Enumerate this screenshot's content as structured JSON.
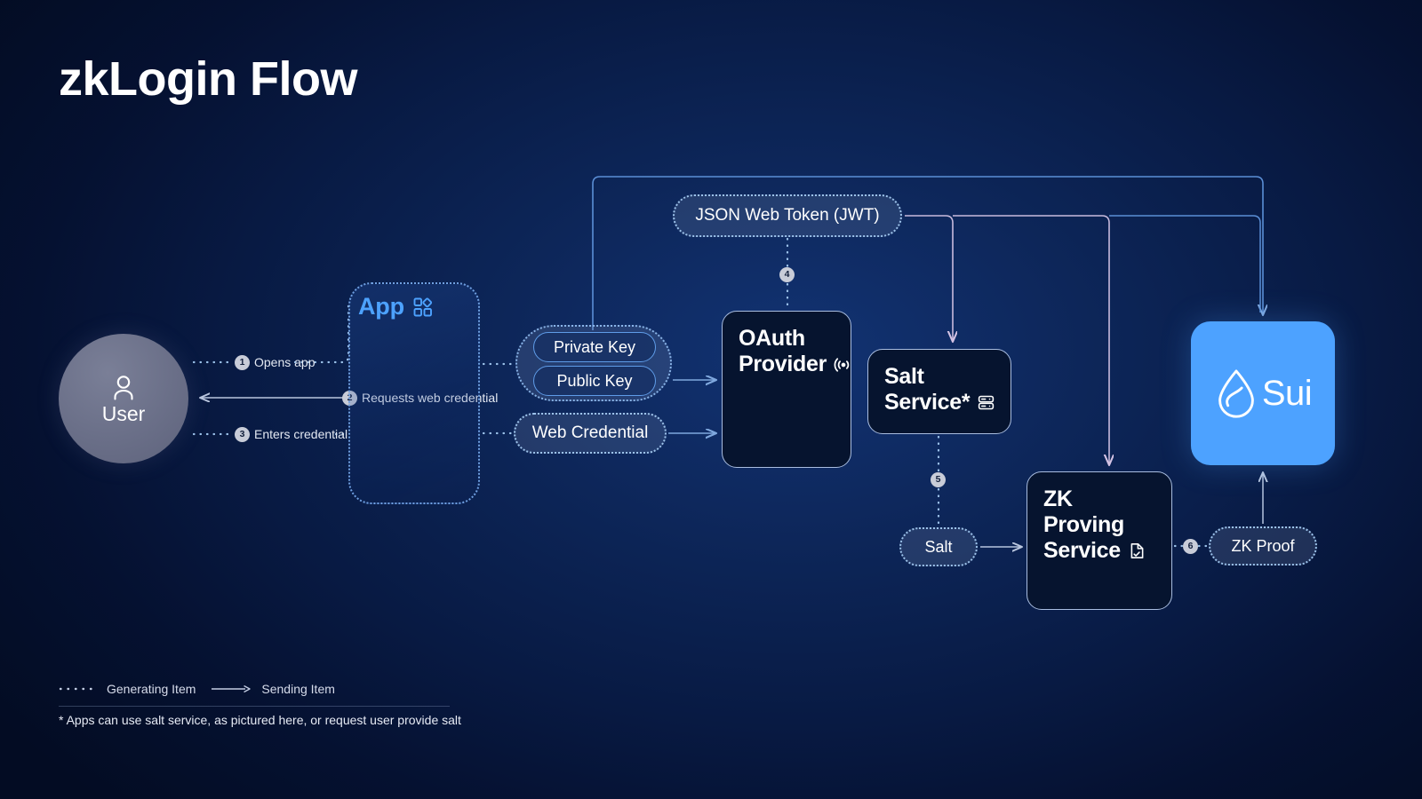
{
  "title": "zkLogin Flow",
  "nodes": {
    "user": {
      "label": "User",
      "icon": "user-icon"
    },
    "app": {
      "label": "App",
      "icon": "app-grid-icon"
    },
    "private_key": {
      "label": "Private Key"
    },
    "public_key": {
      "label": "Public Key"
    },
    "web_credential": {
      "label": "Web Credential"
    },
    "jwt": {
      "label": "JSON Web Token (JWT)"
    },
    "oauth_provider": {
      "line1": "OAuth",
      "line2": "Provider",
      "icon": "broadcast-icon"
    },
    "salt_service": {
      "line1": "Salt",
      "line2": "Service*",
      "icon": "server-icon"
    },
    "salt": {
      "label": "Salt"
    },
    "zk_proving_service": {
      "line1": "ZK Proving",
      "line2": "Service",
      "icon": "document-check-icon"
    },
    "zk_proof": {
      "label": "ZK Proof"
    },
    "sui": {
      "label": "Sui",
      "icon": "sui-drop-icon",
      "color": "#4da2ff"
    }
  },
  "steps": [
    {
      "number": "1",
      "label": "Opens app"
    },
    {
      "number": "2",
      "label": "Requests web credential"
    },
    {
      "number": "3",
      "label": "Enters credential"
    },
    {
      "number": "4",
      "label": ""
    },
    {
      "number": "5",
      "label": ""
    },
    {
      "number": "6",
      "label": ""
    }
  ],
  "legend": {
    "generating": "Generating Item",
    "sending": "Sending Item"
  },
  "footnote": "* Apps can use salt service, as pictured here, or request user provide salt",
  "colors": {
    "accent": "#4da2ff",
    "dotted_line": "#9cc2ea",
    "solid_line": "#7fa8de",
    "pink_line": "#d9c7e8",
    "background": "#051131"
  }
}
